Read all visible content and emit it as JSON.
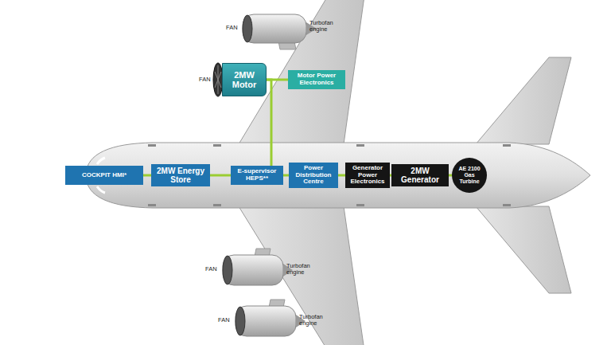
{
  "diagram": {
    "nodes": [
      {
        "text": [
          "2MW Motor"
        ]
      },
      {
        "text": [
          "Motor Power Electronics"
        ]
      },
      {
        "text": [
          "COCKPIT HMI*"
        ]
      },
      {
        "text": [
          "2MW Energy Store"
        ]
      },
      {
        "text": [
          "E-supervisor HEPS**"
        ]
      },
      {
        "text": [
          "Power Distribution Centre"
        ]
      },
      {
        "text": [
          "Generator Power Electronics"
        ]
      },
      {
        "text": [
          "2MW Generator"
        ]
      },
      {
        "text": [
          "AE 2100 Gas Turbine"
        ]
      }
    ],
    "edges": [
      {
        "from": 2,
        "to": 3,
        "arrow": "none"
      },
      {
        "from": 3,
        "to": 4,
        "arrow": "none"
      },
      {
        "from": 4,
        "to": 5,
        "arrow": "none"
      },
      {
        "from": 5,
        "to": 6,
        "arrow": "none"
      },
      {
        "from": 6,
        "to": 7,
        "arrow": "none"
      },
      {
        "from": 7,
        "to": 8,
        "arrow": "none"
      },
      {
        "from": 4,
        "to": 0,
        "arrow": "none"
      },
      {
        "from": 0,
        "to": 1,
        "arrow": "none"
      }
    ],
    "labels": [
      "FAN",
      "Turbofan engine",
      "FAN",
      "FAN",
      "Turbofan engine",
      "FAN",
      "Turbofan engine"
    ]
  }
}
